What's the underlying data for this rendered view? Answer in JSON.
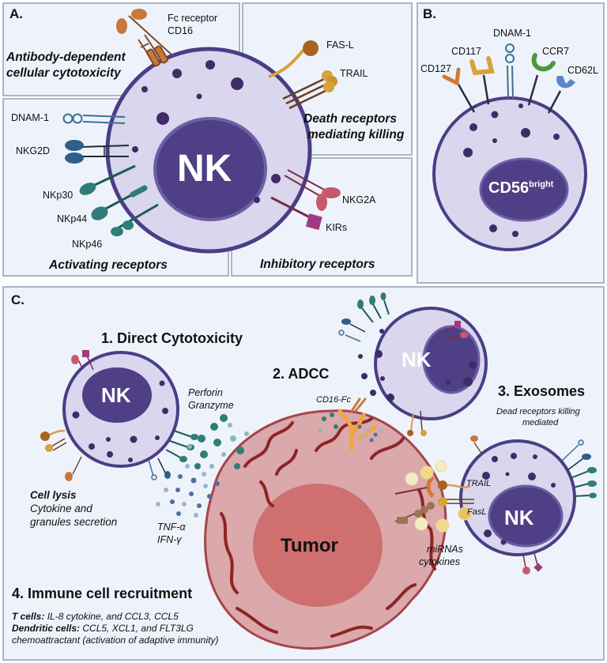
{
  "panel_a": {
    "letter": "A.",
    "adcc": {
      "title_line1": "Antibody-dependent",
      "title_line2": "cellular cytotoxicity",
      "receptor_line1": "Fc receptor",
      "receptor_line2": "CD16"
    },
    "death": {
      "title_line1": "Death receptors",
      "title_line2": "mediating killing",
      "receptors": [
        "FAS-L",
        "TRAIL"
      ]
    },
    "activating": {
      "title": "Activating receptors",
      "receptors": [
        "DNAM-1",
        "NKG2D",
        "NKp30",
        "NKp44",
        "NKp46"
      ]
    },
    "inhibitory": {
      "title": "Inhibitory receptors",
      "receptors": [
        "NKG2A",
        "KIRs"
      ]
    },
    "cell_label": "NK"
  },
  "panel_b": {
    "letter": "B.",
    "receptors": [
      "CD127",
      "CD117",
      "DNAM-1",
      "CCR7",
      "CD62L"
    ],
    "cell_label_main": "CD56",
    "cell_label_sup": "bright"
  },
  "panel_c": {
    "letter": "C.",
    "section1": {
      "title": "1. Direct Cytotoxicity",
      "granules_line1": "Perforin",
      "granules_line2": "Granzyme",
      "lysis_title": "Cell lysis",
      "lysis_line1": "Cytokine and",
      "lysis_line2": "granules secretion",
      "cytokine_line1": "TNF-α",
      "cytokine_line2": "IFN-γ"
    },
    "section2": {
      "title": "2. ADCC",
      "receptor": "CD16-Fc"
    },
    "section3": {
      "title": "3. Exosomes",
      "sub_line1": "Dead receptors killing",
      "sub_line2": "mediated",
      "trail": "TRAIL",
      "fasl": "FasL",
      "cargo_line1": "miRNAs",
      "cargo_line2": "cytokines"
    },
    "section4": {
      "title": "4. Immune cell recruitment",
      "t_cells_label": "T cells:",
      "t_cells_text": " IL-8 cytokine, and CCL3, CCL5",
      "dc_label": "Dendritic cells:",
      "dc_text": " CCL5, XCL1, and FLT3LG",
      "dc_line2": "chemoattractant (activation of adaptive immunity)"
    },
    "tumor_label": "Tumor",
    "nk_label": "NK"
  },
  "colors": {
    "panel_bg": "#eef3fb",
    "panel_border": "#a9b6c9",
    "cell_fill": "#d9d6ee",
    "cell_border": "#4b3d85",
    "nucleus": "#4f3f86",
    "granule": "#3f2c66",
    "teal": "#2e7d78",
    "blue": "#3d6f96",
    "orange": "#c9783a",
    "gold": "#d7a13c",
    "brown": "#7a4a2a",
    "pink": "#c8596a",
    "magenta": "#a2397f",
    "green": "#4a9a3c",
    "lightblue": "#5b86c4",
    "tumor_outer": "#d9a5a8",
    "tumor_core": "#cf6f6f",
    "vessel": "#8c2525"
  }
}
